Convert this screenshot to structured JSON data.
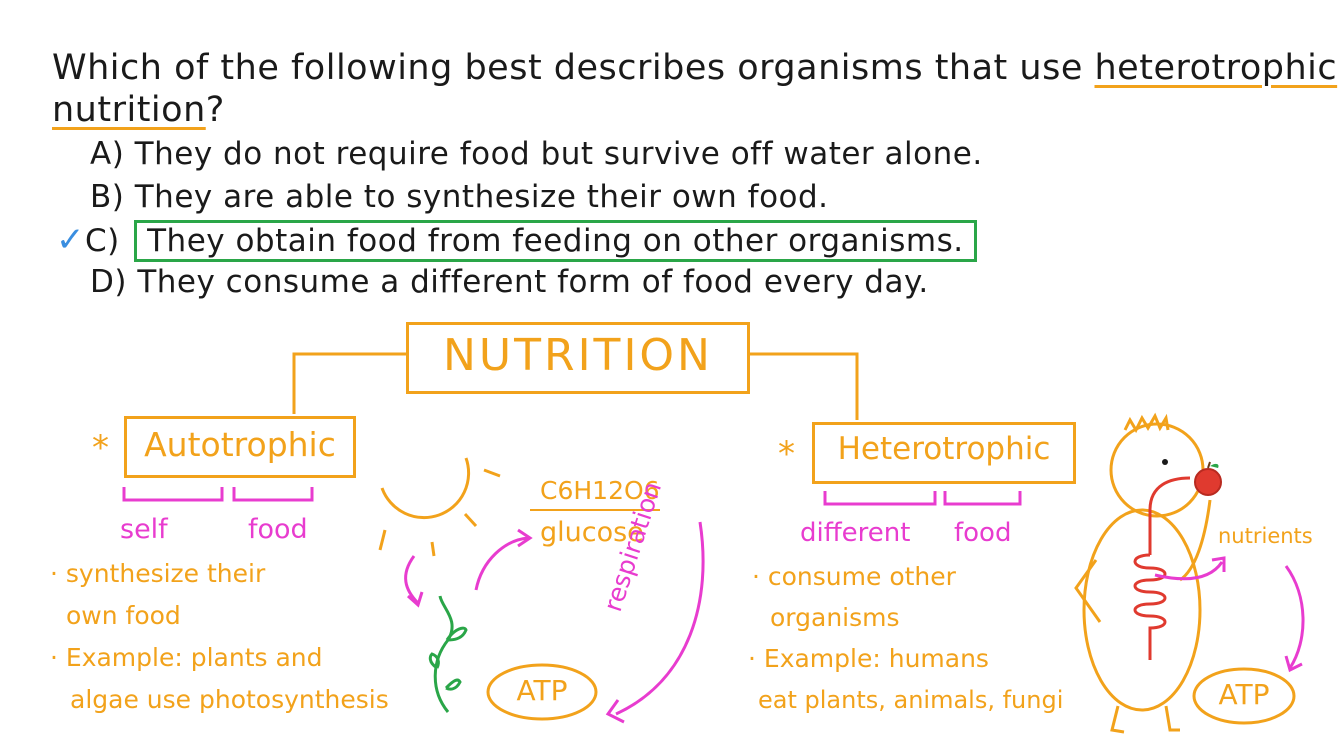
{
  "question": {
    "prefix": "Which of the following best describes organisms that use",
    "term_line1": "heterotrophic",
    "term_line2": "nutrition",
    "suffix": "?"
  },
  "options": [
    {
      "letter": "A)",
      "text": "They do not require food but survive off water alone."
    },
    {
      "letter": "B)",
      "text": "They are able to synthesize their own food."
    },
    {
      "letter": "C)",
      "text": "They obtain food from feeding on other organisms."
    },
    {
      "letter": "D)",
      "text": "They consume a different form of food every day."
    }
  ],
  "correct_mark": "✓",
  "diagram": {
    "root": "NUTRITION",
    "star": "*",
    "auto": {
      "title": "Autotrophic",
      "part1": "self",
      "part2": "food",
      "bullet1_line1": "· synthesize their",
      "bullet1_line2": "own food",
      "bullet2_line1": "· Example: plants and",
      "bullet2_line2": "algae use photosynthesis"
    },
    "hetero": {
      "title": "Heterotrophic",
      "part1": "different",
      "part2": "food",
      "bullet1_line1": "· consume other",
      "bullet1_line2": "organisms",
      "bullet2_line1": "· Example: humans",
      "bullet2_line2": "eat plants, animals, fungi"
    },
    "formula": "C6H12O6",
    "glucose": "glucose",
    "respiration": "respiration",
    "atp_left": "ATP",
    "atp_right": "ATP",
    "nutrients": "nutrients"
  },
  "colors": {
    "orange": "#f2a21b",
    "pink": "#e83ccf",
    "green": "#2aa648",
    "red": "#e03a2f",
    "check_blue": "#3a8ee0"
  }
}
